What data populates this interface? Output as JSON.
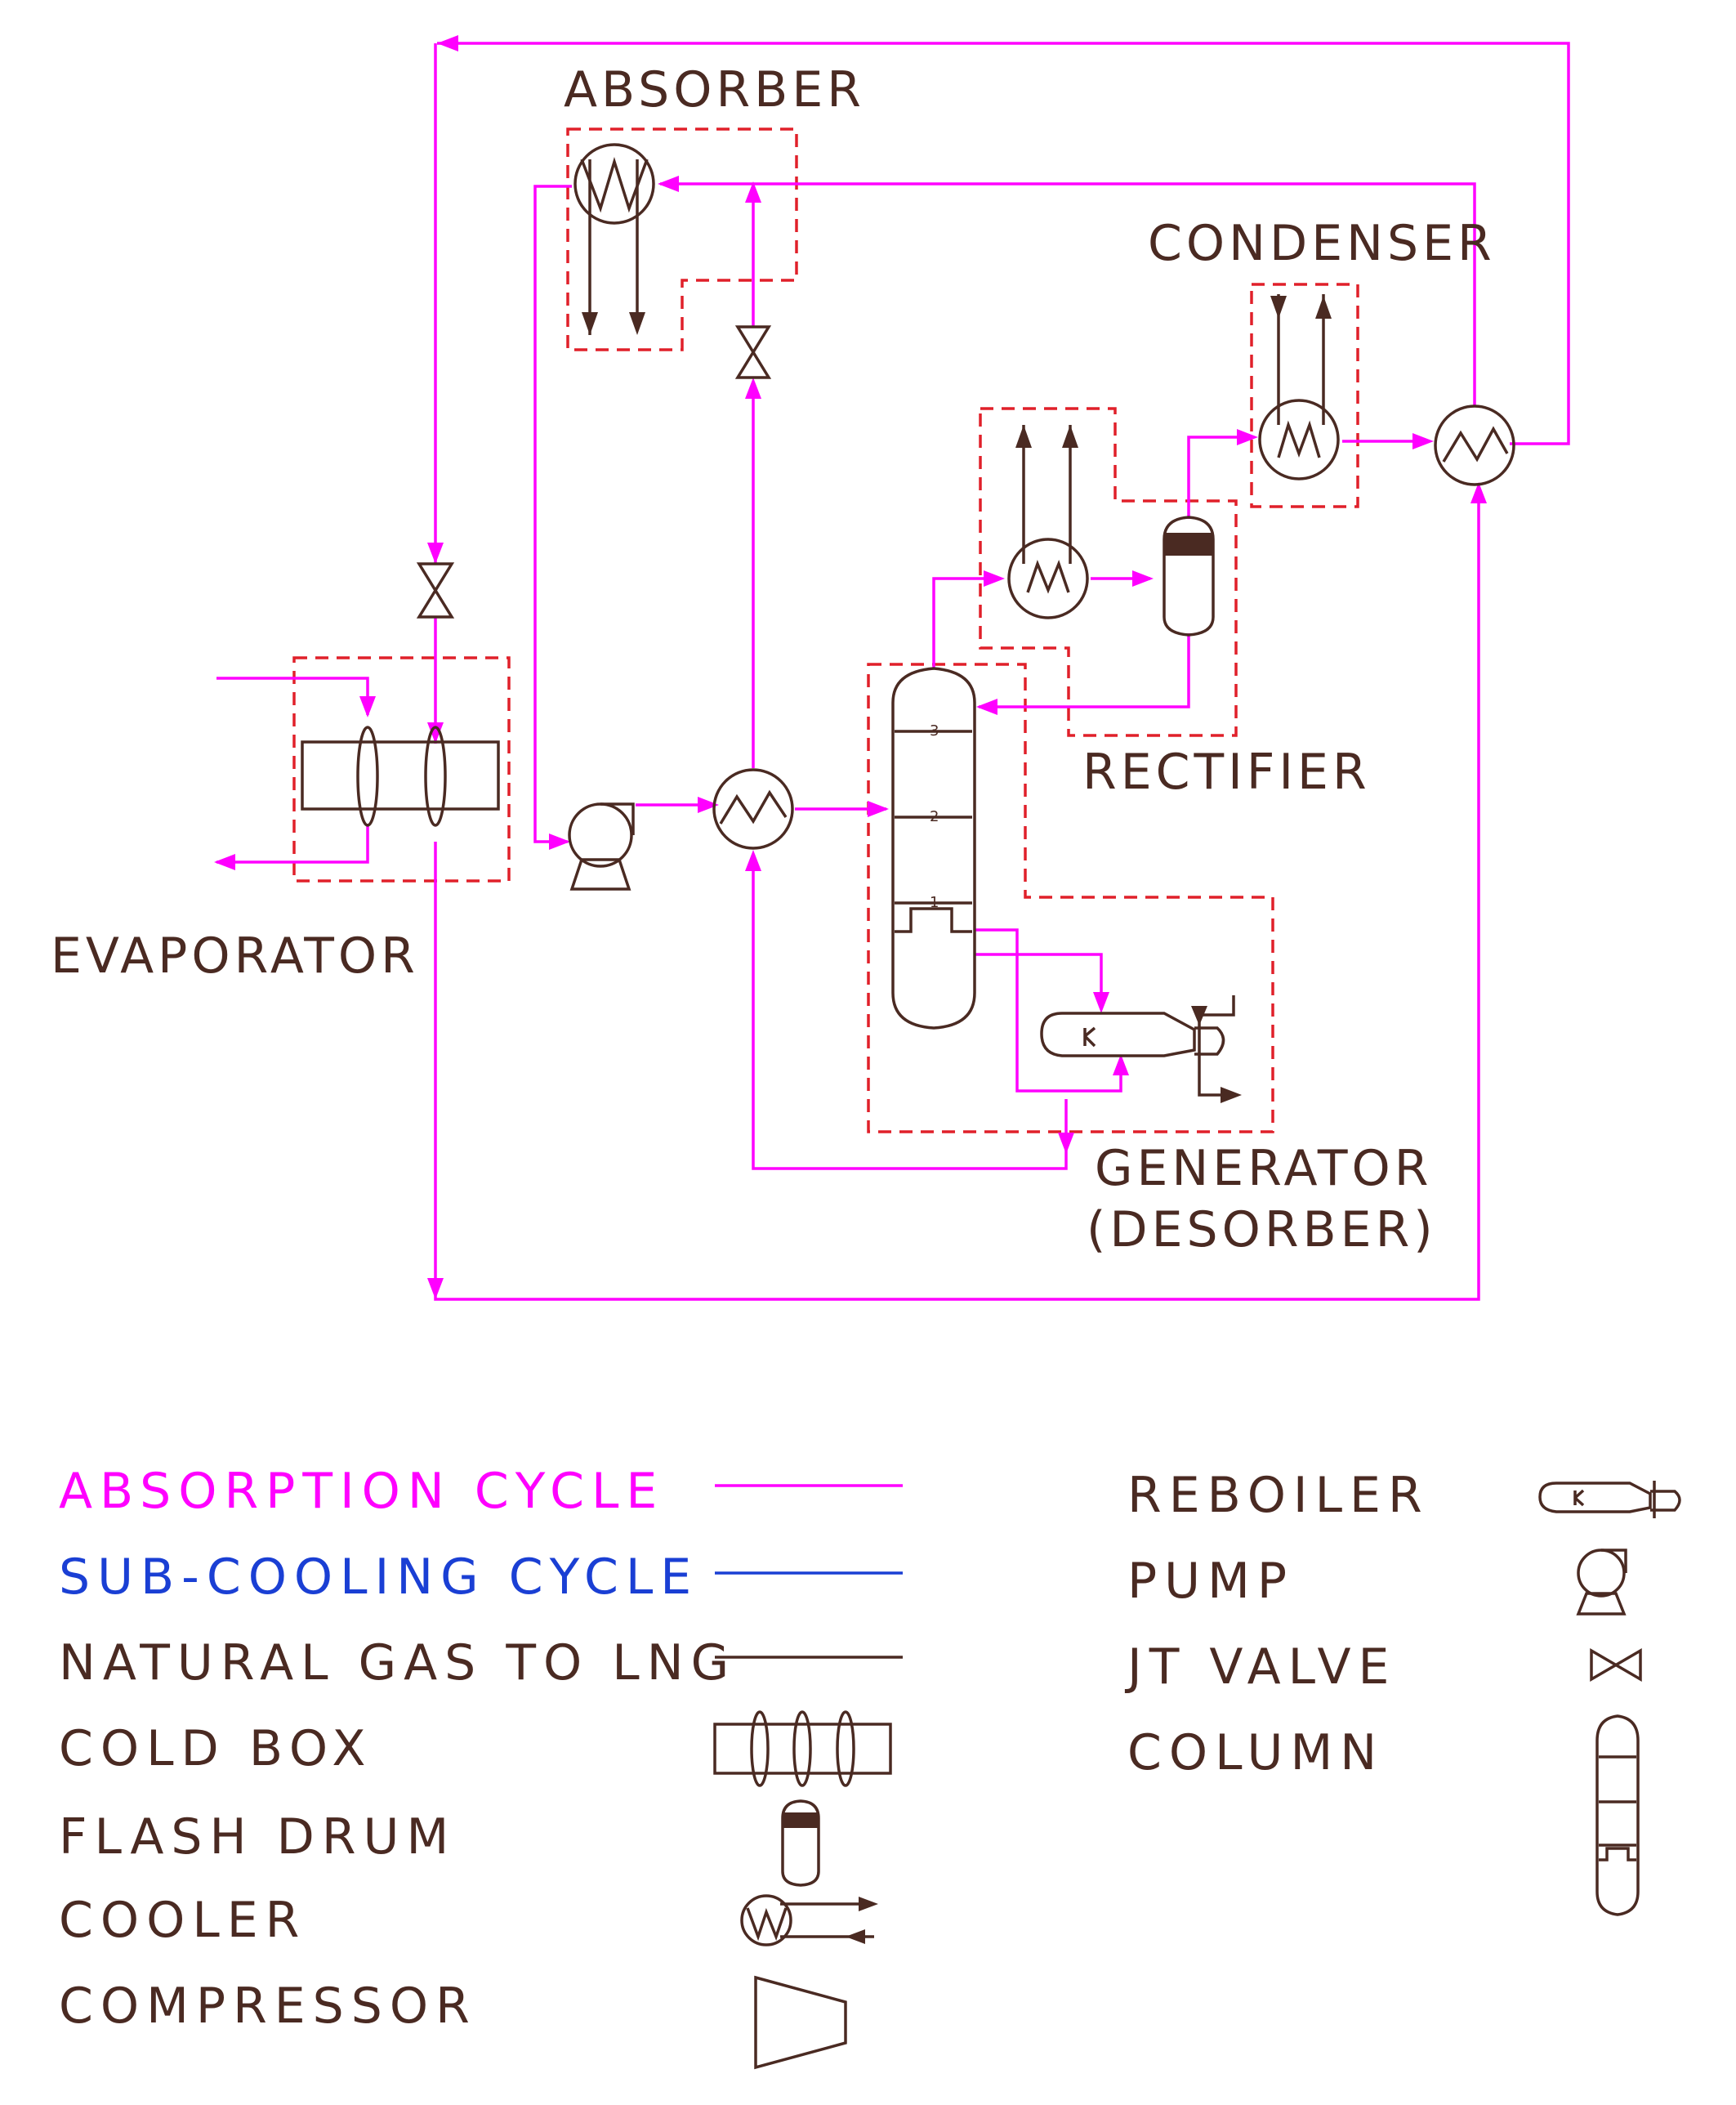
{
  "diagram": {
    "unit_labels": {
      "absorber": "ABSORBER",
      "condenser": "CONDENSER",
      "rectifier": "RECTIFIER",
      "evaporator": "EVAPORATOR",
      "generator": "GENERATOR",
      "desorber": "(DESORBER)"
    },
    "column_trays": [
      "3",
      "2",
      "1"
    ],
    "colors": {
      "absorption_cycle": "#ff00ff",
      "sub_cooling_cycle": "#1a3fd4",
      "natural_gas": "#4a2a22",
      "unit_boundary": "#e0202a"
    }
  },
  "legend": {
    "lines": [
      {
        "label": "ABSORPTION CYCLE",
        "color": "#ff00ff"
      },
      {
        "label": "SUB-COOLING CYCLE",
        "color": "#1a3fd4"
      },
      {
        "label": "NATURAL GAS TO LNG",
        "color": "#4a2a22"
      }
    ],
    "symbols_left": [
      {
        "label": "COLD BOX",
        "icon": "cold-box-icon"
      },
      {
        "label": "FLASH DRUM",
        "icon": "flash-drum-icon"
      },
      {
        "label": "COOLER",
        "icon": "cooler-icon"
      },
      {
        "label": "COMPRESSOR",
        "icon": "compressor-icon"
      }
    ],
    "symbols_right": [
      {
        "label": "REBOILER",
        "icon": "reboiler-icon"
      },
      {
        "label": "PUMP",
        "icon": "pump-icon"
      },
      {
        "label": "JT VALVE",
        "icon": "jt-valve-icon"
      },
      {
        "label": "COLUMN",
        "icon": "column-icon"
      }
    ]
  }
}
